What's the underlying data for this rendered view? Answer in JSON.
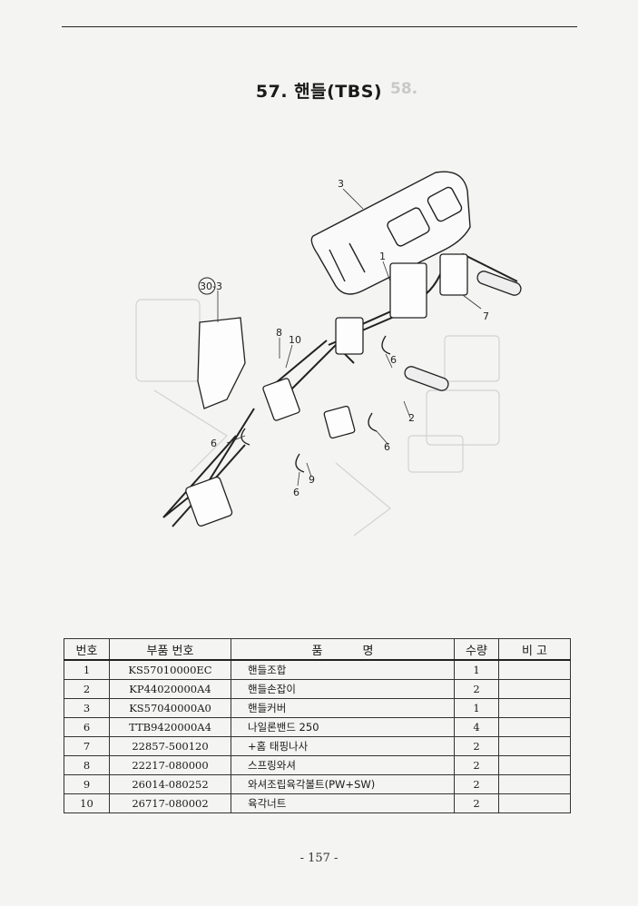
{
  "page": {
    "title": "57. 핸들(TBS)",
    "ghost_title": "58.",
    "page_number": "- 157 -"
  },
  "diagram": {
    "callouts": [
      "3",
      "1",
      "30-3",
      "8",
      "10",
      "7",
      "6",
      "2",
      "6",
      "6",
      "6",
      "9"
    ]
  },
  "table": {
    "headers": [
      "번호",
      "부품 번호",
      "품 명",
      "수량",
      "비 고"
    ],
    "rows": [
      {
        "no": "1",
        "part": "KS57010000EC",
        "name": "핸들조합",
        "qty": "1",
        "note": ""
      },
      {
        "no": "2",
        "part": "KP44020000A4",
        "name": "핸들손잡이",
        "qty": "2",
        "note": ""
      },
      {
        "no": "3",
        "part": "KS57040000A0",
        "name": "핸들커버",
        "qty": "1",
        "note": ""
      },
      {
        "no": "6",
        "part": "TTB9420000A4",
        "name": "나일론밴드 250",
        "qty": "4",
        "note": ""
      },
      {
        "no": "7",
        "part": "22857-500120",
        "name": "+홈 태핑나사",
        "qty": "2",
        "note": ""
      },
      {
        "no": "8",
        "part": "22217-080000",
        "name": "스프링와셔",
        "qty": "2",
        "note": ""
      },
      {
        "no": "9",
        "part": "26014-080252",
        "name": "와셔조립육각볼트(PW+SW)",
        "qty": "2",
        "note": ""
      },
      {
        "no": "10",
        "part": "26717-080002",
        "name": "육각너트",
        "qty": "2",
        "note": ""
      }
    ]
  }
}
